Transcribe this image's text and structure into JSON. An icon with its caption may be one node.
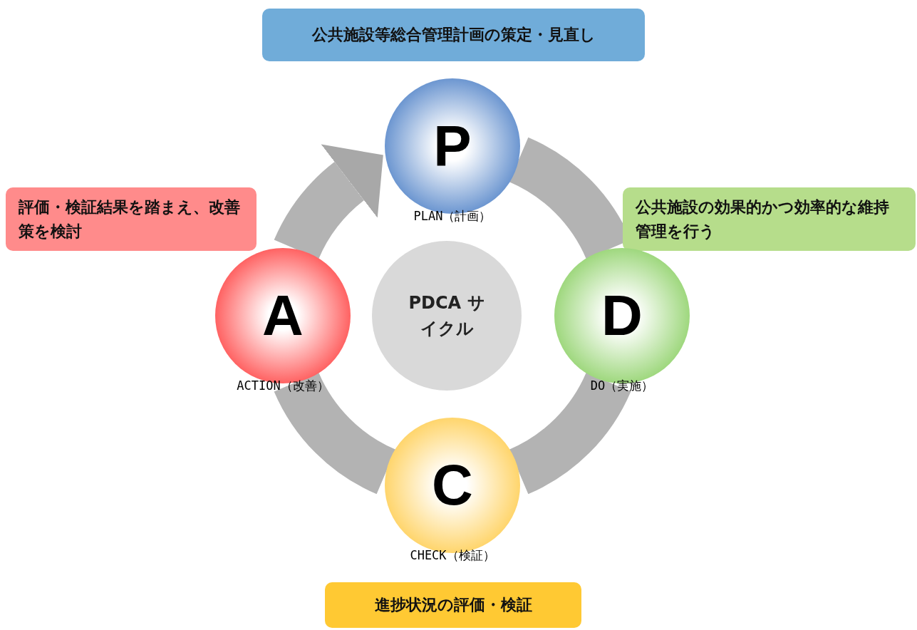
{
  "diagram": {
    "nodes": [
      {
        "text": [
          "公共施設等総合管理計画の策定・見直し"
        ]
      },
      {
        "text": [
          "P"
        ],
        "beside": [
          "PLAN（計画）"
        ]
      },
      {
        "text": [
          "公共施設の効果的かつ効率的な維持管理を行う"
        ]
      },
      {
        "text": [
          "D"
        ],
        "beside": [
          "DO（実施）"
        ]
      },
      {
        "text": [
          "C"
        ],
        "beside": [
          "CHECK（検証）"
        ]
      },
      {
        "text": [
          "進捗状況の評価・検証"
        ]
      },
      {
        "text": [
          "A"
        ],
        "beside": [
          "ACTION（改善）"
        ]
      },
      {
        "text": [
          "評価・検証結果を踏まえ、改善策を検討"
        ]
      },
      {
        "text": [
          "PDCA サイクル"
        ]
      }
    ],
    "edges": [
      {
        "from": 1,
        "to": 3,
        "arrow": "none"
      },
      {
        "from": 3,
        "to": 4,
        "arrow": "none"
      },
      {
        "from": 4,
        "to": 6,
        "arrow": "none"
      },
      {
        "from": 6,
        "to": 1,
        "arrow": "to"
      }
    ]
  }
}
